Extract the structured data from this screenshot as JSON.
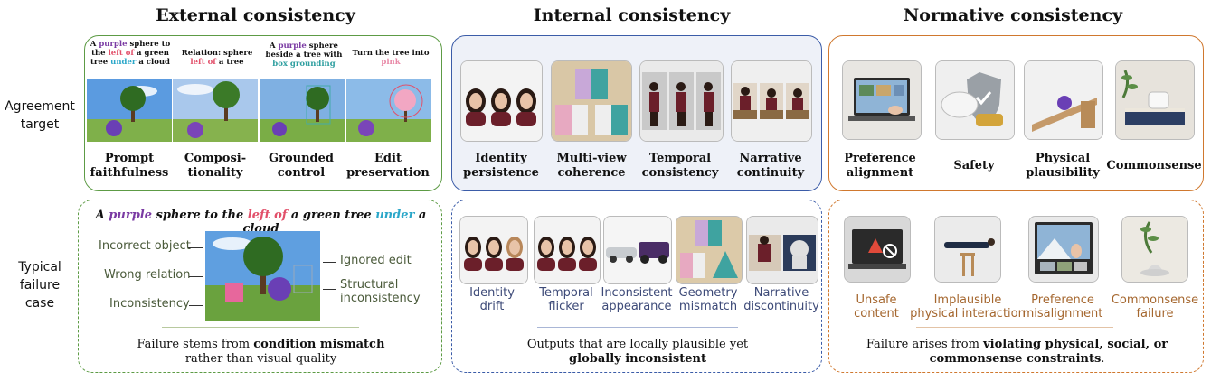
{
  "columns": {
    "external": "External consistency",
    "internal": "Internal consistency",
    "normative": "Normative consistency"
  },
  "rows": {
    "agreement": [
      "Agreement",
      "target"
    ],
    "failure": [
      "Typical",
      "failure",
      "case"
    ]
  },
  "external": {
    "items": [
      {
        "caption": {
          "a": "A ",
          "b": "purple",
          "c": " sphere to the ",
          "d": "left of",
          "e": " a green tree ",
          "f": "under",
          "g": " a cloud"
        },
        "label": [
          "Prompt",
          "faithfulness"
        ]
      },
      {
        "caption": {
          "a": "Relation: sphere ",
          "b": "left of",
          "c": " a  tree"
        },
        "label": [
          "Composi-",
          "tionality"
        ]
      },
      {
        "caption": {
          "a": "A ",
          "b": "purple",
          "c": " sphere beside a tree with ",
          "d": "box grounding"
        },
        "label": [
          "Grounded",
          "control"
        ]
      },
      {
        "caption": {
          "a": "Turn the tree into ",
          "b": "pink"
        },
        "label": [
          "Edit",
          "preservation"
        ]
      }
    ],
    "failure_prompt": {
      "a": "A ",
      "b": "purple",
      "c": " sphere to the ",
      "d": "left of",
      "e": " a green tree ",
      "f": "under",
      "g": " a cloud"
    },
    "annotations_left": [
      "Incorrect object",
      "Wrong relation",
      "Inconsistency"
    ],
    "annotations_right": [
      "Ignored edit",
      "Structural",
      "inconsistency"
    ],
    "note": {
      "a": "Failure stems from ",
      "b": "condition mismatch",
      "c": "rather than visual quality"
    }
  },
  "internal": {
    "items": [
      {
        "label": [
          "Identity",
          "persistence"
        ]
      },
      {
        "label": [
          "Multi-view",
          "coherence"
        ]
      },
      {
        "label": [
          "Temporal",
          "consistency"
        ]
      },
      {
        "label": [
          "Narrative",
          "continuity"
        ]
      }
    ],
    "failures": [
      [
        "Identity",
        "drift"
      ],
      [
        "Temporal",
        "flicker"
      ],
      [
        "Inconsistent",
        "appearance"
      ],
      [
        "Geometry",
        "mismatch"
      ],
      [
        "Narrative",
        "discontinuity"
      ]
    ],
    "note": {
      "a": "Outputs that are locally plausible yet",
      "b": "globally inconsistent"
    }
  },
  "normative": {
    "items": [
      {
        "label": [
          "Preference",
          "alignment"
        ]
      },
      {
        "label": [
          "Safety"
        ]
      },
      {
        "label": [
          "Physical",
          "plausibility"
        ]
      },
      {
        "label": [
          "Commonsense"
        ]
      }
    ],
    "failures": [
      [
        "Unsafe",
        "content"
      ],
      [
        "Implausible",
        "physical interaction"
      ],
      [
        "Preference",
        "misalignment"
      ],
      [
        "Commonsense",
        "failure"
      ]
    ],
    "note": {
      "a": "Failure arises from ",
      "b": "violating physical, social, or",
      "c": "commonsense constraints",
      "d": "."
    }
  },
  "colors": {
    "green": "#5d9b45",
    "blue": "#3b5ca8",
    "orange": "#d0782e",
    "purple": "#7a3aa3",
    "red": "#e2506a",
    "cyan": "#2ba7c9",
    "internal_fail_text": "#3d4a78",
    "normative_fail_text": "#a5672f"
  }
}
